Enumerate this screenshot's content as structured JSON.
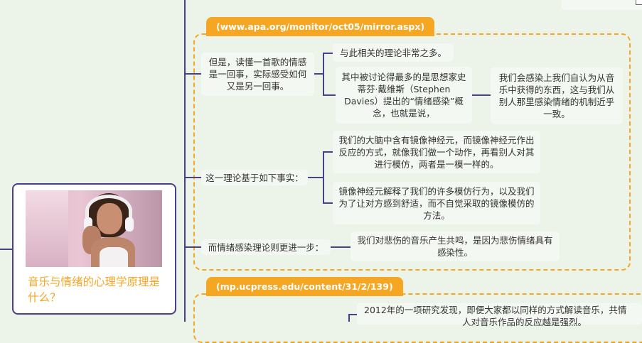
{
  "topic": {
    "title": "音乐与情绪的心理学原理是什么？"
  },
  "group1": {
    "source": "(www.apa.org/monitor/oct05/mirror.aspx)",
    "n1": "但是，读懂一首歌的情感是一回事，实际感受如何又是另一回事。",
    "n1a": "与此相关的理论非常之多。",
    "n1b": "其中被讨论得最多的是思想家史蒂芬·戴维斯（Stephen Davies）提出的“情绪感染”概念，也就是说，",
    "n1b1": "我们会感染上我们自认为从音乐中获得的东西，这与我们从别人那里感染情绪的机制近乎一致。",
    "n2": "这一理论基于如下事实：",
    "n2a": "我们的大脑中含有镜像神经元，而镜像神经元作出反应的方式，就像我们做一个动作，再看别人对其进行模仿，两者是一模一样的。",
    "n2b": "镜像神经元解释了我们的许多模仿行为，以及我们为了让对方感到舒适，而不自觉采取的镜像模仿的方法。",
    "n3": "而情绪感染理论则更进一步：",
    "n3a": "我们对悲伤的音乐产生共鸣，是因为悲伤情绪具有感染性。"
  },
  "group2": {
    "source": "(mp.ucpress.edu/content/31/2/139)",
    "n1": "2012年的一项研究发现，即便大家都以同样的方式解读音乐，共情",
    "n1cont": "人对音乐作品的反应越是强烈。"
  },
  "colors": {
    "accent": "#f5a623",
    "line": "#4a3f8c",
    "background": "#ecf4ea"
  }
}
